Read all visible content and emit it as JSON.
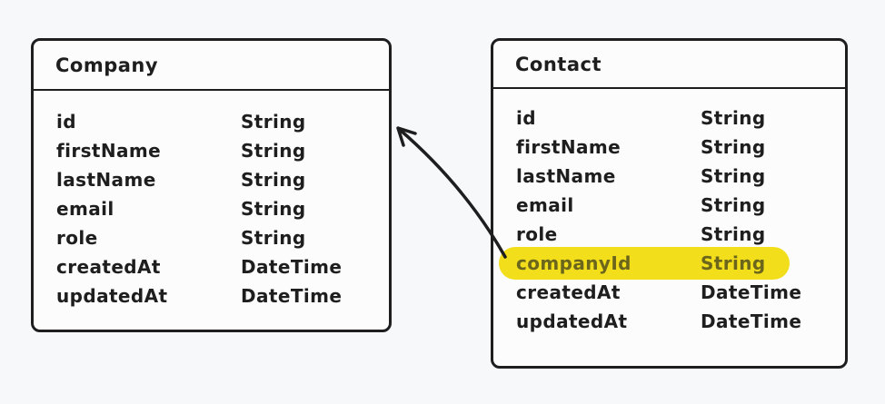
{
  "diagram": {
    "background_color": "#f7f8fa",
    "stroke_color": "#1e1e1e",
    "box_fill_color": "#fcfcfd"
  },
  "company": {
    "title": "Company",
    "fields": [
      {
        "name": "id",
        "type": "String"
      },
      {
        "name": "firstName",
        "type": "String"
      },
      {
        "name": "lastName",
        "type": "String"
      },
      {
        "name": "email",
        "type": "String"
      },
      {
        "name": "role",
        "type": "String"
      },
      {
        "name": "createdAt",
        "type": "DateTime"
      },
      {
        "name": "updatedAt",
        "type": "DateTime"
      }
    ]
  },
  "contact": {
    "title": "Contact",
    "fields": [
      {
        "name": "id",
        "type": "String"
      },
      {
        "name": "firstName",
        "type": "String"
      },
      {
        "name": "lastName",
        "type": "String"
      },
      {
        "name": "email",
        "type": "String"
      },
      {
        "name": "role",
        "type": "String"
      },
      {
        "name": "companyId",
        "type": "String"
      },
      {
        "name": "createdAt",
        "type": "DateTime"
      },
      {
        "name": "updatedAt",
        "type": "DateTime"
      }
    ]
  },
  "highlight": {
    "field": "companyId",
    "color": "#f2de1b",
    "text_color": "#6b661c"
  },
  "relation": {
    "from_entity": "Contact",
    "from_field": "companyId",
    "to_entity": "Company",
    "style": "curved-arrow"
  }
}
